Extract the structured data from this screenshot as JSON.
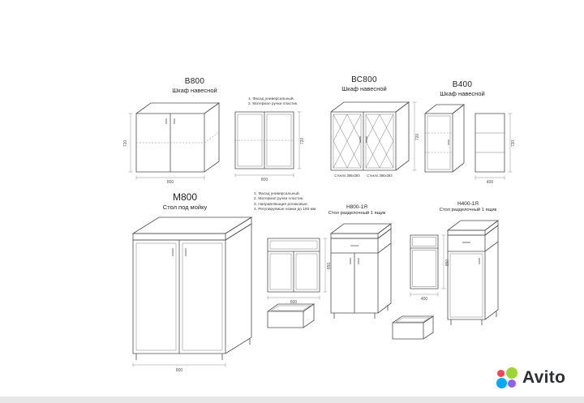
{
  "modules": {
    "b800": {
      "code": "В800",
      "name": "Шкаф навесной",
      "dim_width": "800",
      "dim_height": "720"
    },
    "bc800": {
      "code": "ВС800",
      "name": "Шкаф навесной",
      "dim_height": "720",
      "glass_left": "Стекло 386х393",
      "glass_right": "Стекло 386х393"
    },
    "b400": {
      "code": "В400",
      "name": "Шкаф навесной",
      "dim_width": "400",
      "dim_height": "720"
    },
    "m800": {
      "code": "М800",
      "name": "Стол под мойку",
      "dim_width": "800"
    },
    "h800": {
      "code": "Н800-1Я",
      "name": "Стол разделочный 1 ящик",
      "dim_width": "800",
      "dim_height": "850"
    },
    "h400": {
      "code": "Н400-1Я",
      "name": "Стол разделочный 1 ящик",
      "dim_width": "400",
      "dim_height": "850"
    }
  },
  "notes_top": [
    "1. Фасад универсальный.",
    "2. Материал ручки пластик."
  ],
  "notes_bottom": [
    "1. Фасад универсальный.",
    "2. Материал ручки пластик.",
    "3. Направляющие роликовые.",
    "4. Регулируемые ножки до 180 мм."
  ],
  "watermark": {
    "brand": "Avito",
    "circle_colors": {
      "red": "#ff4053",
      "green": "#9ad533",
      "blue": "#00aaff",
      "purple": "#965eeb"
    }
  }
}
